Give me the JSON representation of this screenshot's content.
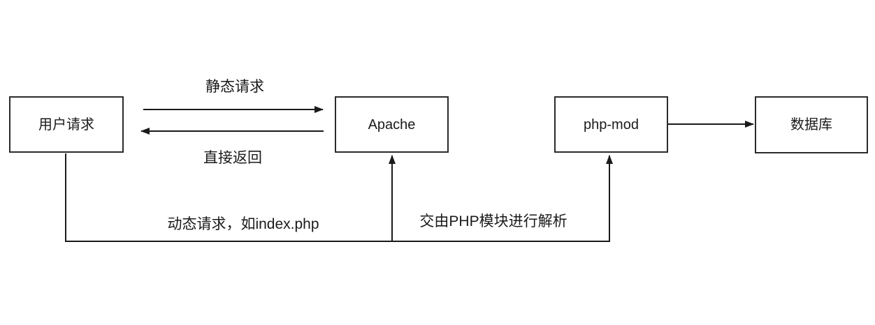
{
  "diagram": {
    "title": "Apache php-mod request flow",
    "background_color": "#ffffff",
    "line_color": "#1a1a1a",
    "nodes": [
      {
        "id": "user-request",
        "label": "用户请求"
      },
      {
        "id": "apache",
        "label": "Apache"
      },
      {
        "id": "php-mod",
        "label": "php-mod"
      },
      {
        "id": "database",
        "label": "数据库"
      }
    ],
    "edges": [
      {
        "from": "user-request",
        "to": "apache",
        "label": "静态请求",
        "direction": "right"
      },
      {
        "from": "apache",
        "to": "user-request",
        "label": "直接返回",
        "direction": "left"
      },
      {
        "from": "user-request",
        "to": "apache",
        "label": "动态请求，如index.php",
        "direction": "up"
      },
      {
        "from": "user-request",
        "to": "php-mod",
        "label": "交由PHP模块进行解析",
        "direction": "up"
      },
      {
        "from": "php-mod",
        "to": "database",
        "label": "",
        "direction": "right"
      }
    ]
  }
}
